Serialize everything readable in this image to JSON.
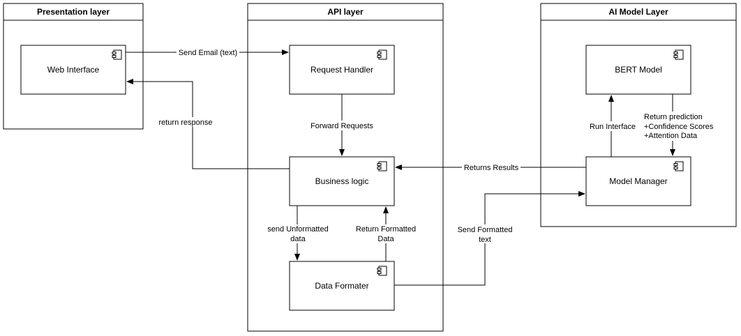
{
  "layers": [
    {
      "id": "presentation",
      "title": "Presentation layer"
    },
    {
      "id": "api",
      "title": "API layer"
    },
    {
      "id": "ai",
      "title": "AI Model Layer"
    }
  ],
  "components": [
    {
      "id": "web",
      "label": "Web Interface"
    },
    {
      "id": "req",
      "label": "Request Handler"
    },
    {
      "id": "biz",
      "label": "Business logic"
    },
    {
      "id": "fmt",
      "label": "Data Formater"
    },
    {
      "id": "bert",
      "label": "BERT Model"
    },
    {
      "id": "mgr",
      "label": "Model Manager"
    }
  ],
  "edges": [
    {
      "id": "send-email",
      "from": "web",
      "to": "req",
      "label": [
        "Send Email (text)"
      ]
    },
    {
      "id": "forward",
      "from": "req",
      "to": "biz",
      "label": [
        "Forward Requests"
      ]
    },
    {
      "id": "return-response",
      "from": "biz",
      "to": "web",
      "label": [
        "return response"
      ]
    },
    {
      "id": "returns-results",
      "from": "mgr",
      "to": "biz",
      "label": [
        "Returns Results"
      ]
    },
    {
      "id": "send-unformatted",
      "from": "biz",
      "to": "fmt",
      "label": [
        "send Unformatted",
        "data"
      ]
    },
    {
      "id": "return-formatted",
      "from": "fmt",
      "to": "biz",
      "label": [
        "Return Formatted",
        "Data"
      ]
    },
    {
      "id": "send-formatted",
      "from": "fmt",
      "to": "mgr",
      "label": [
        "Send Formatted",
        "text"
      ]
    },
    {
      "id": "run-interface",
      "from": "mgr",
      "to": "bert",
      "label": [
        "Run Interface"
      ]
    },
    {
      "id": "return-prediction",
      "from": "bert",
      "to": "mgr",
      "label": [
        "Return prediction",
        "+Confidence Scores",
        "+Attention Data"
      ]
    }
  ]
}
